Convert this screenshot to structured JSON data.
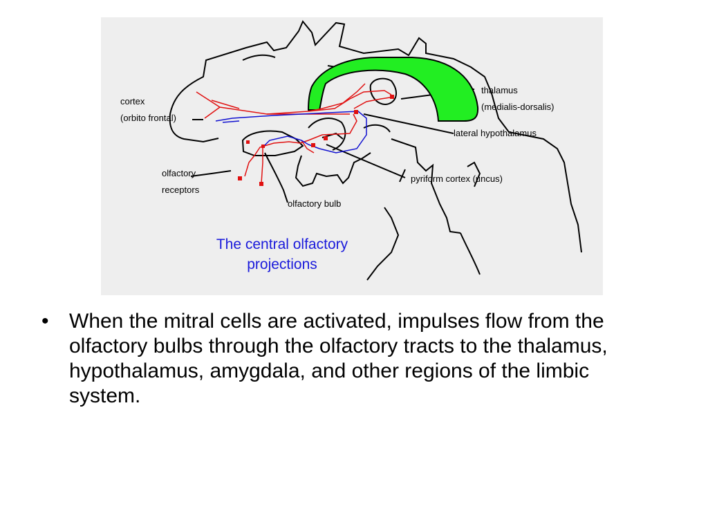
{
  "figure": {
    "caption_line1": "The central olfactory",
    "caption_line2": "projections",
    "labels": {
      "cortex": "cortex",
      "orbito_frontal": "(orbito frontal)",
      "olfactory_receptors_1": "olfactory",
      "olfactory_receptors_2": "receptors",
      "olfactory_bulb": "olfactory bulb",
      "thalamus": "thalamus",
      "medialis_dorsalis": "(medialis-dorsalis)",
      "lateral_hypothalamus": "lateral hypothalamus",
      "pyriform_cortex": "pyriform cortex (uncus)"
    },
    "colors": {
      "background": "#eeeeee",
      "thalamus_fill": "#22ee22",
      "red_pathway": "#e01010",
      "blue_pathway": "#1010d0",
      "caption": "#1a1adb"
    }
  },
  "bullets": [
    {
      "marker": "•",
      "text": "When the mitral cells are activated, impulses flow from the olfactory bulbs through the olfactory tracts to the thalamus, hypothalamus, amygdala, and other regions of the limbic system."
    }
  ]
}
